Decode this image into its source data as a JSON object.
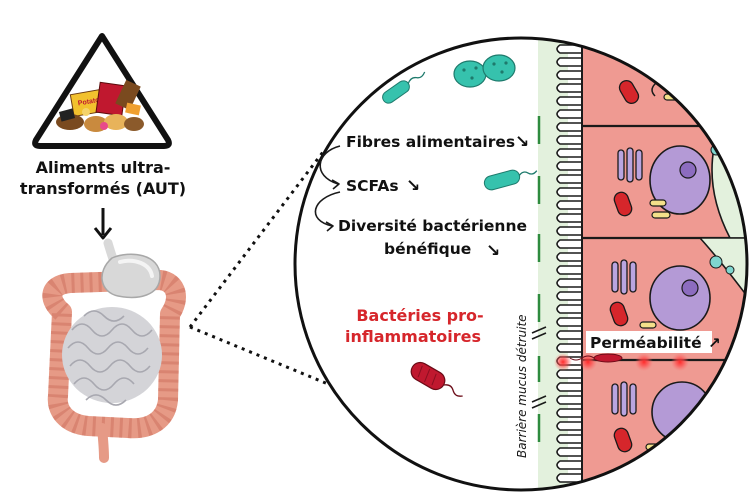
{
  "aut_label_line1": "Aliments ultra-",
  "aut_label_line2": "transformés (AUT)",
  "food_brand": "Potato",
  "fibres_label": "Fibres alimentaires",
  "scfas_label": "SCFAs",
  "diversity_line1": "Diversité bactérienne",
  "diversity_line2": "bénéfique",
  "proinflam_line1": "Bactéries pro-",
  "proinflam_line2": "inflammatoires",
  "permeability_label": "Perméabilité",
  "mucus_label": "Barrière mucus détruite",
  "decrease_arrow": "↘",
  "increase_arrow": "↗",
  "colors": {
    "tissue": "#ef9a92",
    "tissue_stroke": "#1a1a1a",
    "mucus": "#e3f1dd",
    "nucleus": "#b49ad6",
    "red_text": "#d6262b",
    "teal_bacteria": "#36c2ad",
    "red_bacteria": "#c0182f",
    "green_marker": "#2e8b3e"
  }
}
